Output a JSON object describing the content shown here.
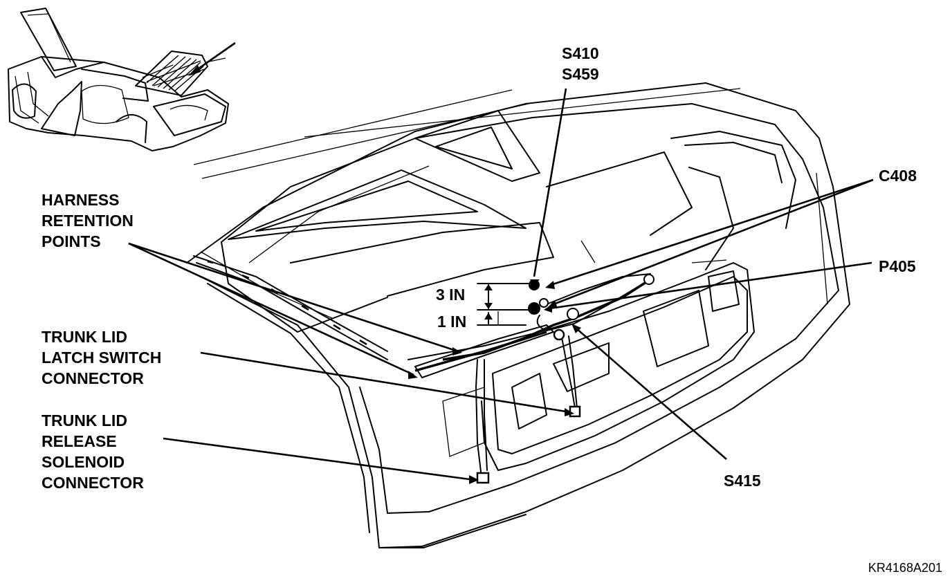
{
  "labels": {
    "s410": "S410",
    "s459": "S459",
    "c408": "C408",
    "p405": "P405",
    "s415": "S415",
    "dim_3in": "3 IN",
    "dim_1in": "1 IN",
    "harness": [
      "HARNESS",
      "RETENTION",
      "POINTS"
    ],
    "latch_switch": [
      "TRUNK LID",
      "LATCH SWITCH",
      "CONNECTOR"
    ],
    "release_solenoid": [
      "TRUNK LID",
      "RELEASE",
      "SOLENOID",
      "CONNECTOR"
    ]
  },
  "figure_id": "KR4168A201"
}
